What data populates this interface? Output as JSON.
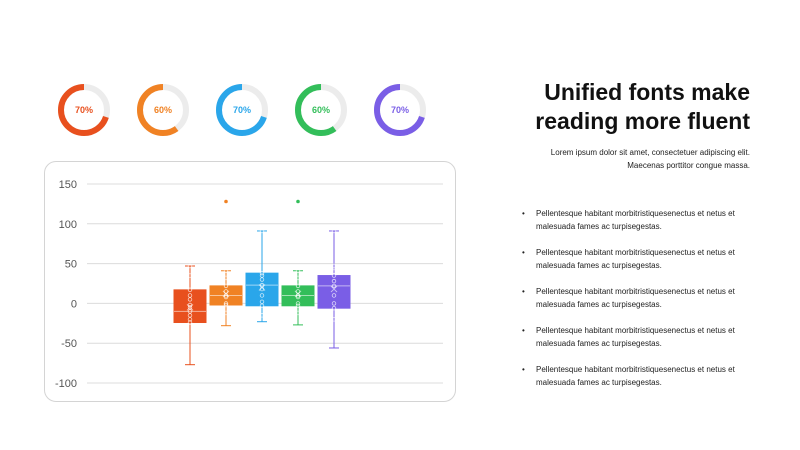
{
  "rings": [
    {
      "label": "70%",
      "value": 0.7,
      "color": "#E8501E"
    },
    {
      "label": "60%",
      "value": 0.6,
      "color": "#F08224"
    },
    {
      "label": "70%",
      "value": 0.7,
      "color": "#2AA6EA"
    },
    {
      "label": "60%",
      "value": 0.6,
      "color": "#33BE5A"
    },
    {
      "label": "70%",
      "value": 0.7,
      "color": "#7A5EE6"
    }
  ],
  "heading": {
    "line1": "Unified fonts make",
    "line2": "reading more fluent"
  },
  "subtitle": {
    "line1": "Lorem ipsum dolor sit amet, consectetuer adipiscing elit.",
    "line2": "Maecenas porttitor congue massa."
  },
  "bullets": [
    {
      "line1": "Pellentesque habitant morbitristiquesenectus et netus et",
      "line2": "malesuada fames ac turpisegestas."
    },
    {
      "line1": "Pellentesque habitant morbitristiquesenectus et netus et",
      "line2": "malesuada fames ac turpisegestas."
    },
    {
      "line1": "Pellentesque habitant morbitristiquesenectus et netus et",
      "line2": "malesuada fames ac turpisegestas."
    },
    {
      "line1": "Pellentesque habitant morbitristiquesenectus et netus et",
      "line2": "malesuada fames ac turpisegestas."
    },
    {
      "line1": "Pellentesque habitant morbitristiquesenectus et netus et",
      "line2": "malesuada fames ac turpisegestas."
    }
  ],
  "bullet_char": "•",
  "chart_data": {
    "type": "box",
    "ylim": [
      -100,
      150
    ],
    "yticks": [
      "150",
      "100",
      "50",
      "0",
      "-50",
      "-100"
    ],
    "tick_values": [
      150,
      100,
      50,
      0,
      -50,
      -100
    ],
    "grid": true,
    "series": [
      {
        "color": "#E8501E",
        "min": -77,
        "q1": -24,
        "median": -10,
        "q3": 17,
        "max": 47,
        "mean": -5,
        "points": [
          47,
          35,
          17,
          10,
          5,
          -2,
          -5,
          -10,
          -15,
          -20,
          -24
        ],
        "outliers": []
      },
      {
        "color": "#F08224",
        "min": -28,
        "q1": -2,
        "median": 10,
        "q3": 22,
        "max": 41,
        "mean": 12,
        "points": [
          41,
          32,
          22,
          15,
          10,
          8,
          0,
          -2,
          -12
        ],
        "outliers": [
          128
        ]
      },
      {
        "color": "#2AA6EA",
        "min": -23,
        "q1": -3,
        "median": 23,
        "q3": 38,
        "max": 91,
        "mean": 20,
        "points": [
          91,
          38,
          35,
          30,
          23,
          18,
          10,
          2,
          -3,
          -15
        ],
        "outliers": []
      },
      {
        "color": "#33BE5A",
        "min": -27,
        "q1": -3,
        "median": 10,
        "q3": 22,
        "max": 41,
        "mean": 12,
        "points": [
          41,
          32,
          22,
          15,
          10,
          8,
          0,
          -3,
          -12
        ],
        "outliers": [
          128
        ]
      },
      {
        "color": "#7A5EE6",
        "min": -56,
        "q1": -6,
        "median": 22,
        "q3": 35,
        "max": 91,
        "mean": 18,
        "points": [
          91,
          47,
          40,
          35,
          28,
          22,
          10,
          0,
          -6,
          -20
        ],
        "outliers": []
      }
    ]
  }
}
